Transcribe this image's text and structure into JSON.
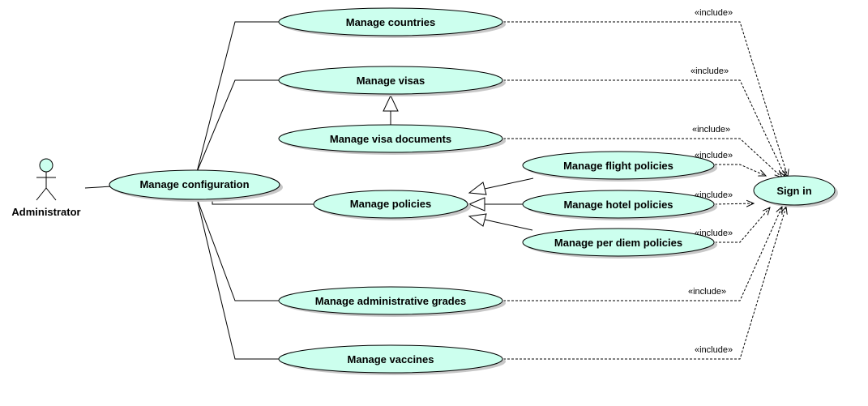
{
  "actor": {
    "name": "Administrator"
  },
  "use_cases": {
    "manage_configuration": "Manage configuration",
    "manage_countries": "Manage countries",
    "manage_visas": "Manage visas",
    "manage_visa_documents": "Manage visa documents",
    "manage_policies": "Manage policies",
    "manage_flight_policies": "Manage flight policies",
    "manage_hotel_policies": "Manage hotel policies",
    "manage_per_diem_policies": "Manage per diem policies",
    "manage_administrative_grades": "Manage administrative grades",
    "manage_vaccines": "Manage vaccines",
    "sign_in": "Sign in"
  },
  "include_label": "«include»",
  "include_labels": [
    "«include»",
    "«include»",
    "«include»",
    "«include»",
    "«include»",
    "«include»",
    "«include»",
    "«include»"
  ],
  "colors": {
    "use_case_fill": "#ccffee",
    "stroke": "#000000",
    "shadow": "#c8c8c8"
  }
}
